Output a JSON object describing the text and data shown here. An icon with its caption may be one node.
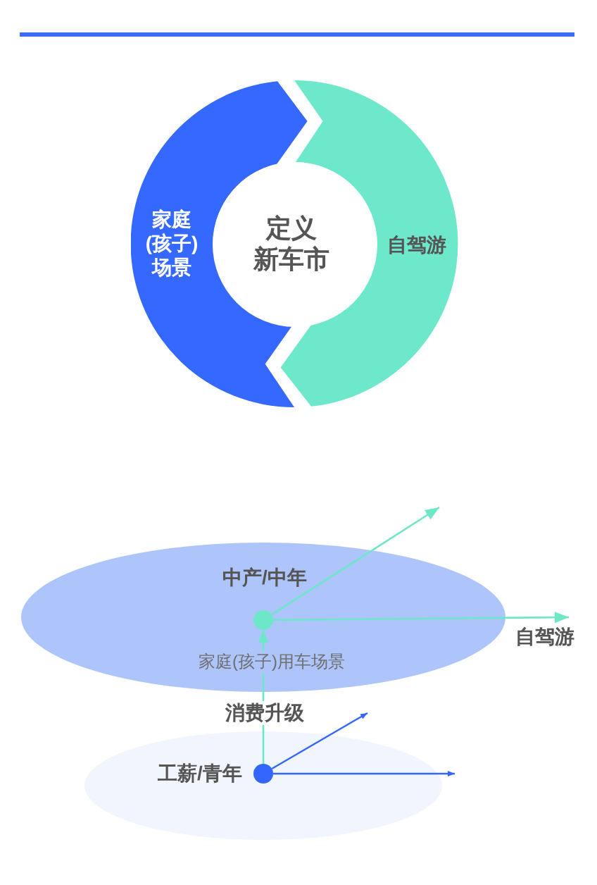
{
  "diagram": {
    "nodes": [
      {
        "text": [
          "家庭(孩子)场景"
        ]
      },
      {
        "text": [
          "定义新车市"
        ]
      },
      {
        "text": [
          "自驾游"
        ]
      },
      {
        "text": [
          "中产/中年",
          "家庭(孩子)用车场景"
        ]
      },
      {
        "text": [],
        "shape": "circle",
        "in": 3
      },
      {
        "text": [
          "工薪/青年"
        ]
      },
      {
        "text": [],
        "shape": "circle",
        "in": 5
      }
    ],
    "edges": [
      {
        "from": 4,
        "to": null,
        "arrow": "to"
      },
      {
        "from": 4,
        "to": null,
        "arrow": "to",
        "label": "自驾游"
      },
      {
        "from": 6,
        "to": 4,
        "arrow": "to",
        "label": "消费升级"
      },
      {
        "from": 6,
        "to": null,
        "arrow": "to",
        "color": "#3366ff"
      },
      {
        "from": 6,
        "to": null,
        "arrow": "to",
        "color": "#3366ff"
      }
    ]
  }
}
